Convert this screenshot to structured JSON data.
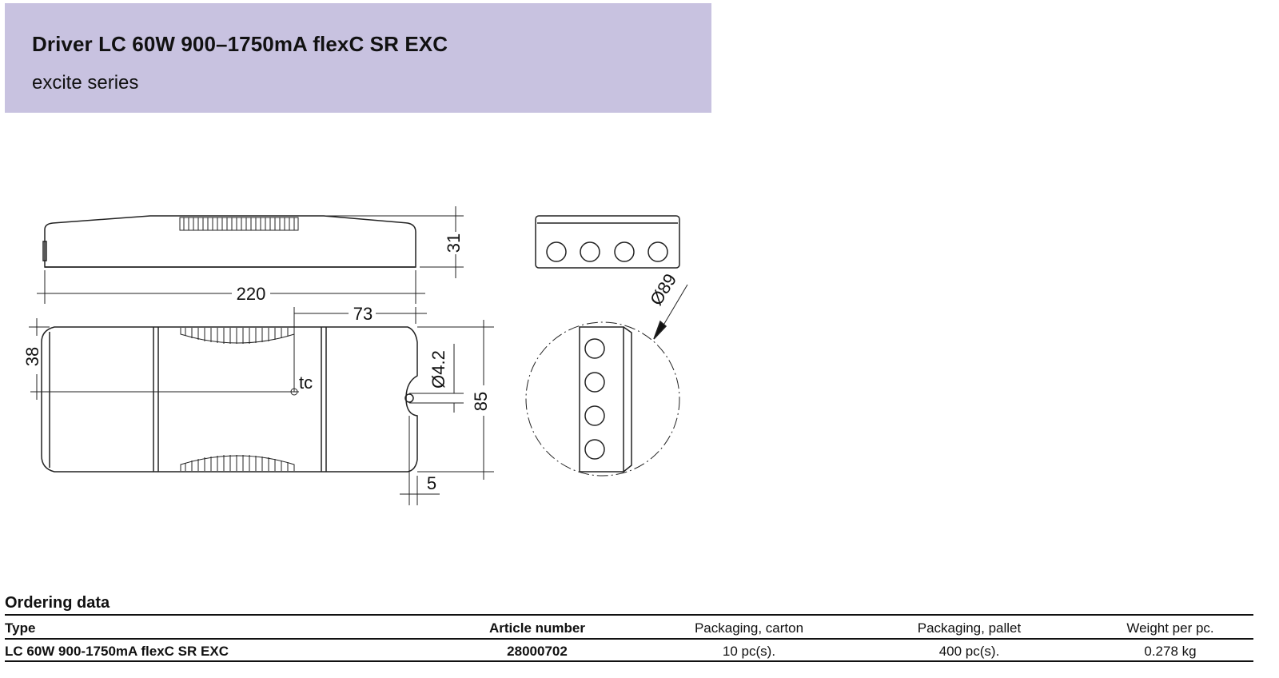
{
  "header": {
    "title": "Driver LC 60W 900–1750mA flexC SR EXC",
    "subtitle": "excite series"
  },
  "drawing": {
    "dimensions": {
      "length": "220",
      "height": "31",
      "tc_offset": "73",
      "tc_side": "38",
      "hole": "Ø4.2",
      "width": "85",
      "edge": "5",
      "bend_diameter": "Ø89"
    },
    "tc_label": "tc"
  },
  "ordering": {
    "title": "Ordering data",
    "columns": [
      "Type",
      "Article number",
      "Packaging, carton",
      "Packaging, pallet",
      "Weight per pc."
    ],
    "rows": [
      [
        "LC 60W 900-1750mA flexC SR EXC",
        "28000702",
        "10 pc(s).",
        "400 pc(s).",
        "0.278 kg"
      ]
    ]
  }
}
